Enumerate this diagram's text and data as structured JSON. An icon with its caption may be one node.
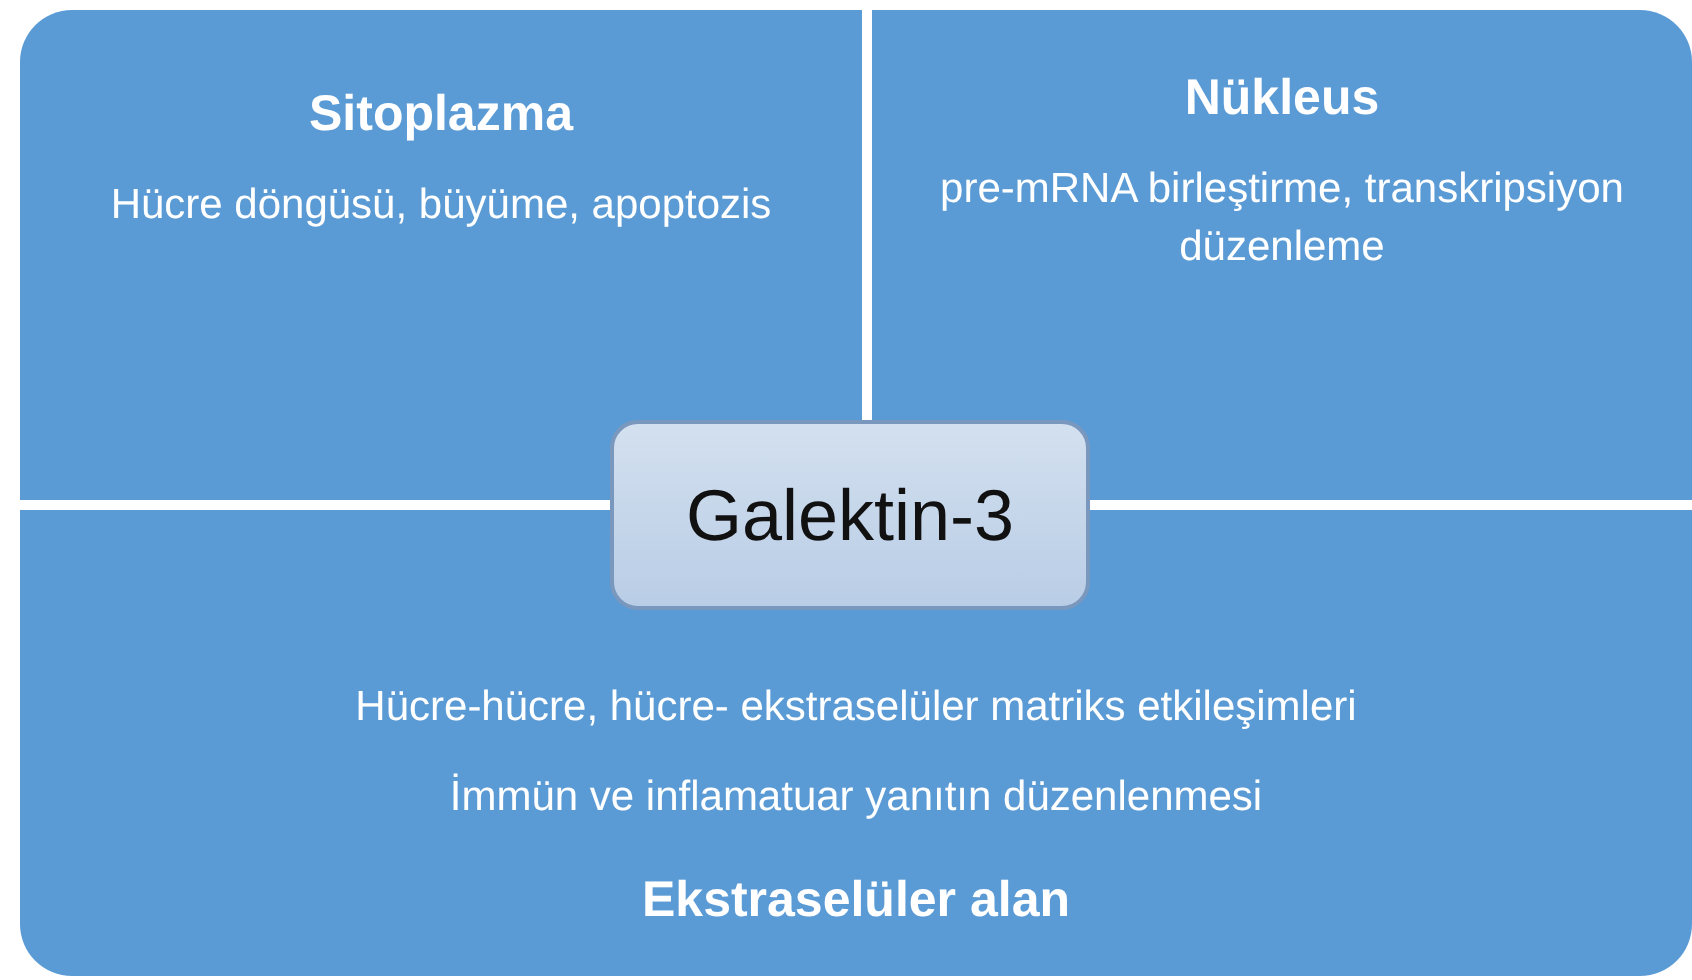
{
  "diagram": {
    "nodes": [
      {
        "text": [
          "Sitoplazma",
          "Hücre döngüsü, büyüme, apoptozis"
        ]
      },
      {
        "text": [
          "Nükleus",
          "pre-mRNA birleştirme, transkripsiyon düzenleme"
        ]
      },
      {
        "text": [
          "Hücre-hücre, hücre- ekstraselüler matriks etkileşimleri",
          "İmmün ve inflamatuar yanıtın düzenlenmesi",
          "Ekstraselüler alan"
        ]
      },
      {
        "text": [
          "Galektin-3"
        ]
      }
    ]
  }
}
